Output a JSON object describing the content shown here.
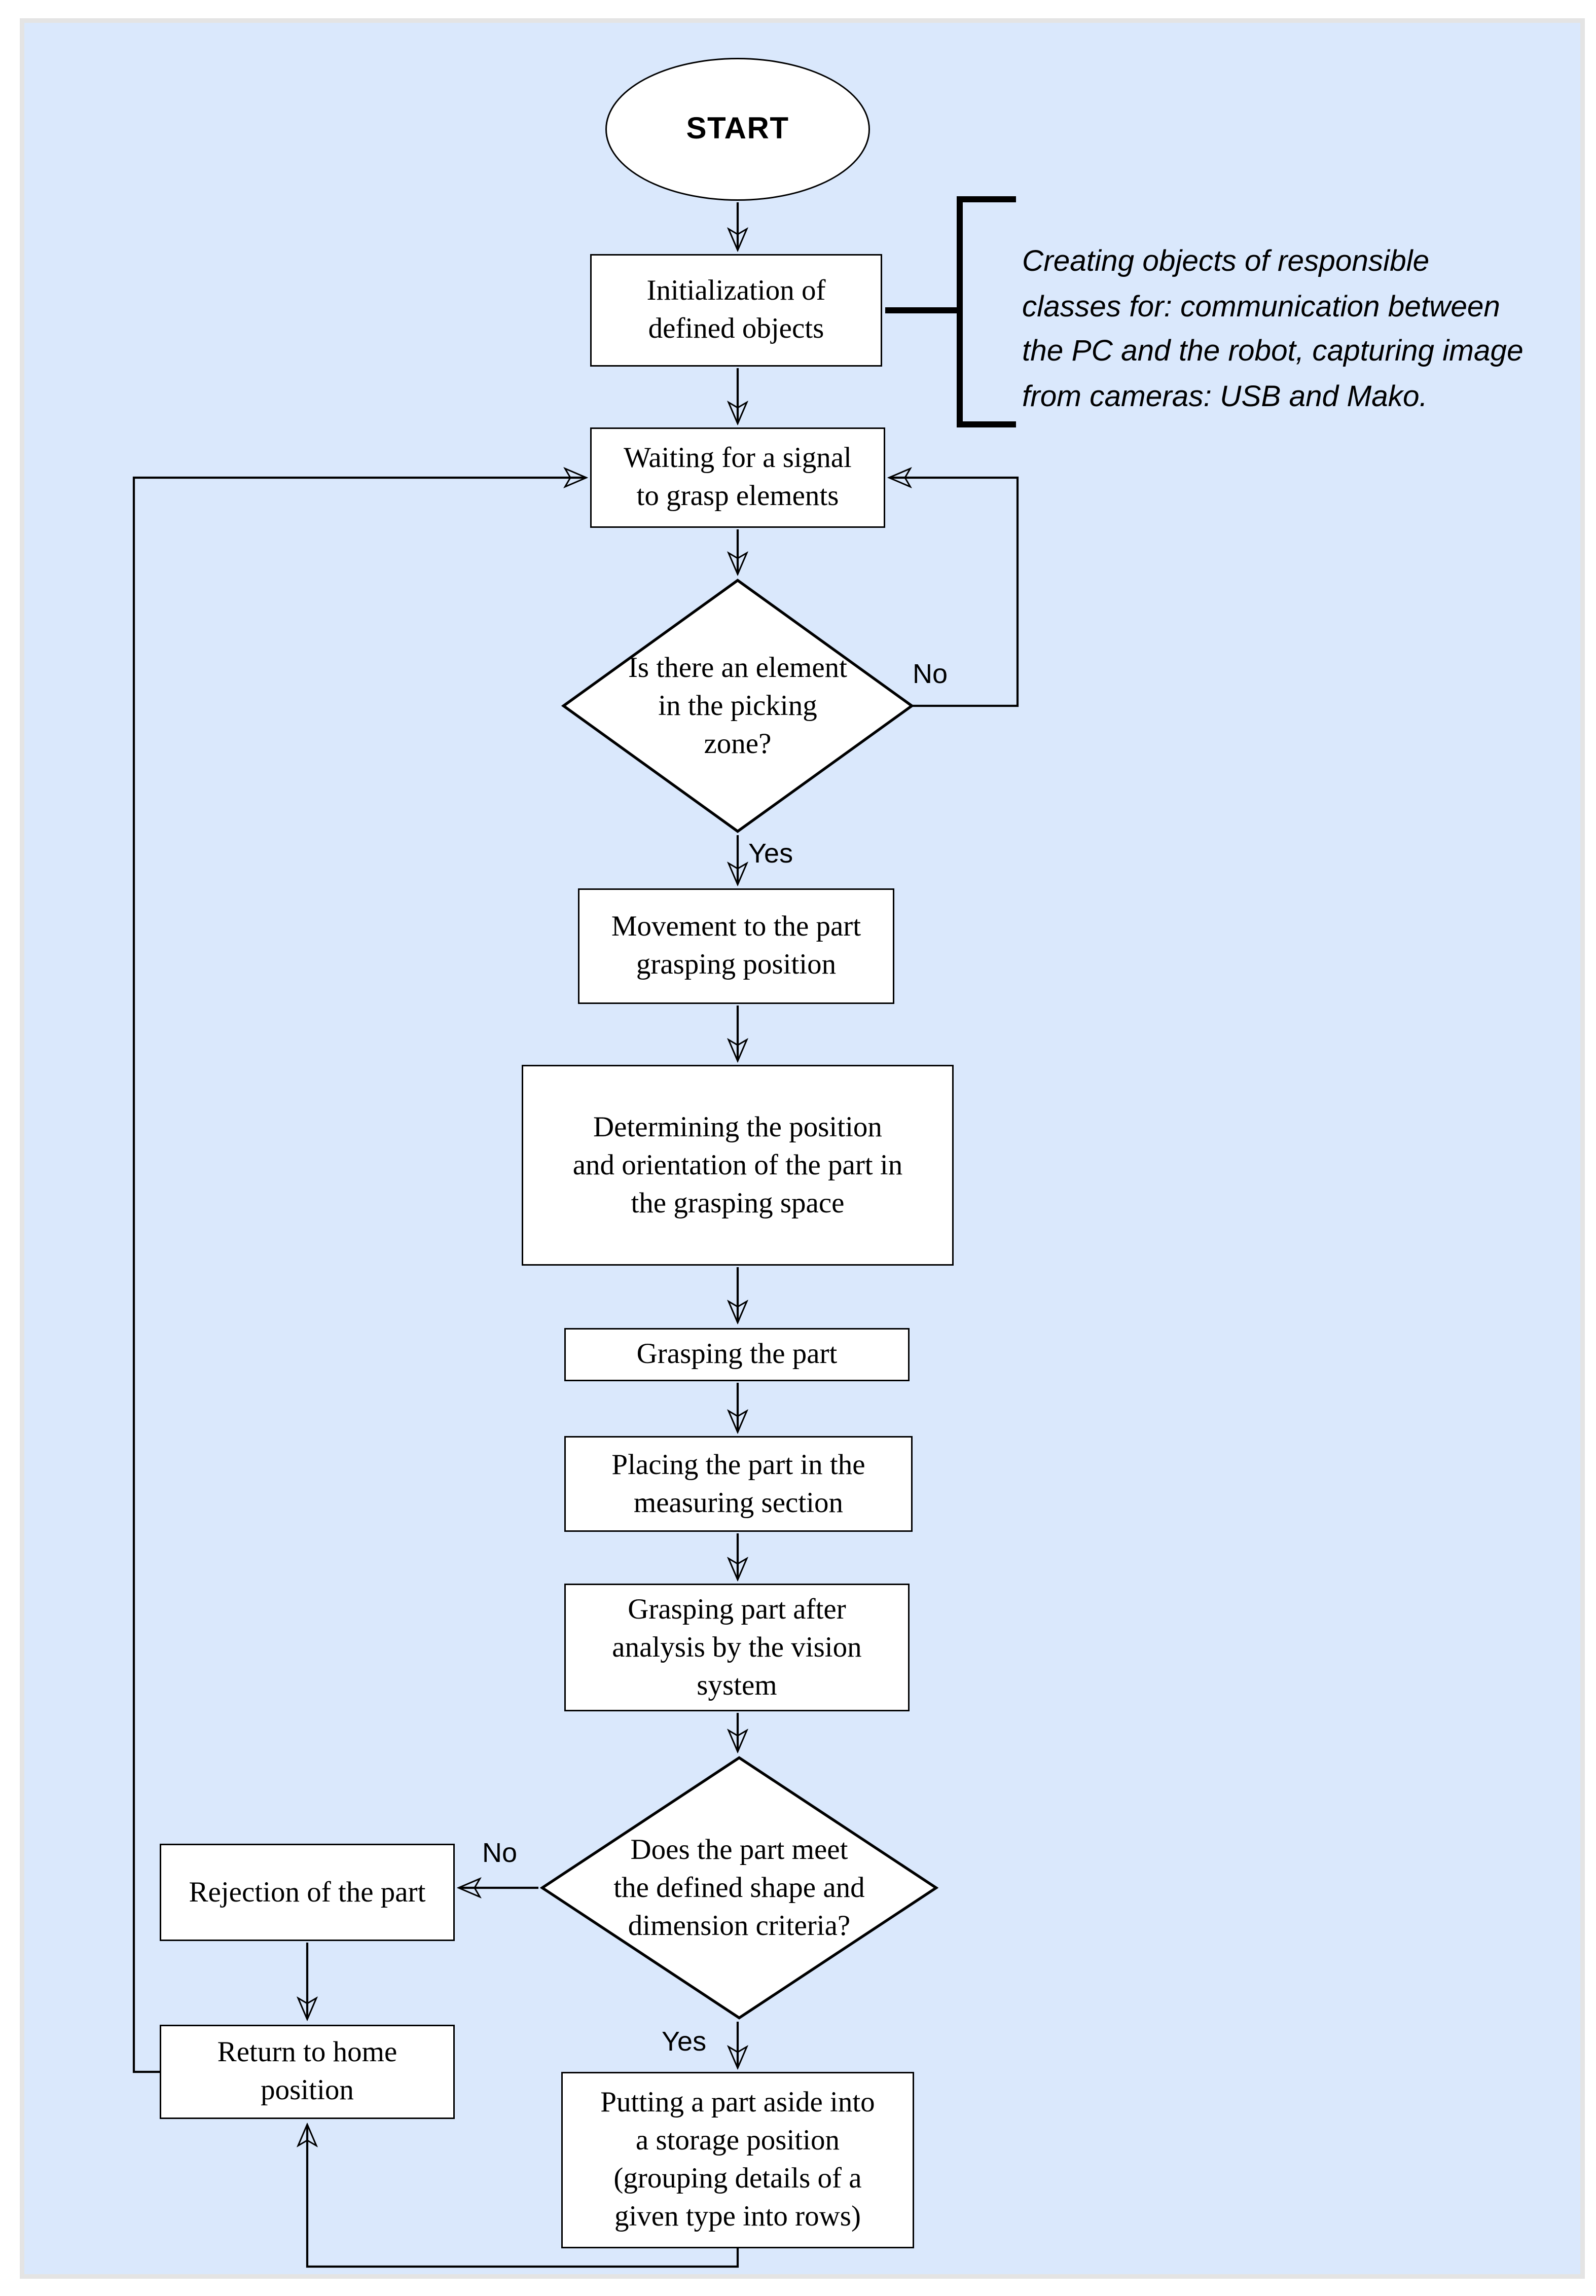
{
  "figure": {
    "type": "flowchart",
    "description_domain": "robot pick-and-place process flow"
  },
  "colors": {
    "page": "#ffffff",
    "canvas": "#dae8fc",
    "node_fill": "#ffffff",
    "stroke": "#000000",
    "frame": "#e4e4e4"
  },
  "nodes": {
    "start": {
      "label": "START",
      "shape": "ellipse"
    },
    "init": {
      "label": "Initialization of\ndefined objects",
      "shape": "rect"
    },
    "waiting": {
      "label": "Waiting for a signal\nto grasp elements",
      "shape": "rect"
    },
    "decision_picking": {
      "label": "Is there an element\nin the picking\nzone?",
      "shape": "diamond"
    },
    "movement": {
      "label": "Movement to the part\ngrasping position",
      "shape": "rect"
    },
    "determining": {
      "label": "Determining the position\nand orientation of the part in\nthe grasping space",
      "shape": "rect"
    },
    "grasping": {
      "label": "Grasping the part",
      "shape": "rect"
    },
    "placing": {
      "label": "Placing the part in the\nmeasuring section",
      "shape": "rect"
    },
    "grasping_after": {
      "label": "Grasping part after\nanalysis by the vision\nsystem",
      "shape": "rect"
    },
    "decision_criteria": {
      "label": "Does the part meet\nthe defined shape and\ndimension criteria?",
      "shape": "diamond"
    },
    "rejection": {
      "label": "Rejection of the part",
      "shape": "rect"
    },
    "return_home": {
      "label": "Return to home\nposition",
      "shape": "rect"
    },
    "putting": {
      "label": "Putting a part aside into\na storage position\n(grouping details of a\ngiven type into rows)",
      "shape": "rect"
    }
  },
  "edge_labels": {
    "picking_no": "No",
    "picking_yes": "Yes",
    "criteria_no": "No",
    "criteria_yes": "Yes"
  },
  "annotation": {
    "text": "Creating objects of responsible\nclasses for: communication between\nthe PC and the robot, capturing image\nfrom cameras: USB and Mako."
  }
}
